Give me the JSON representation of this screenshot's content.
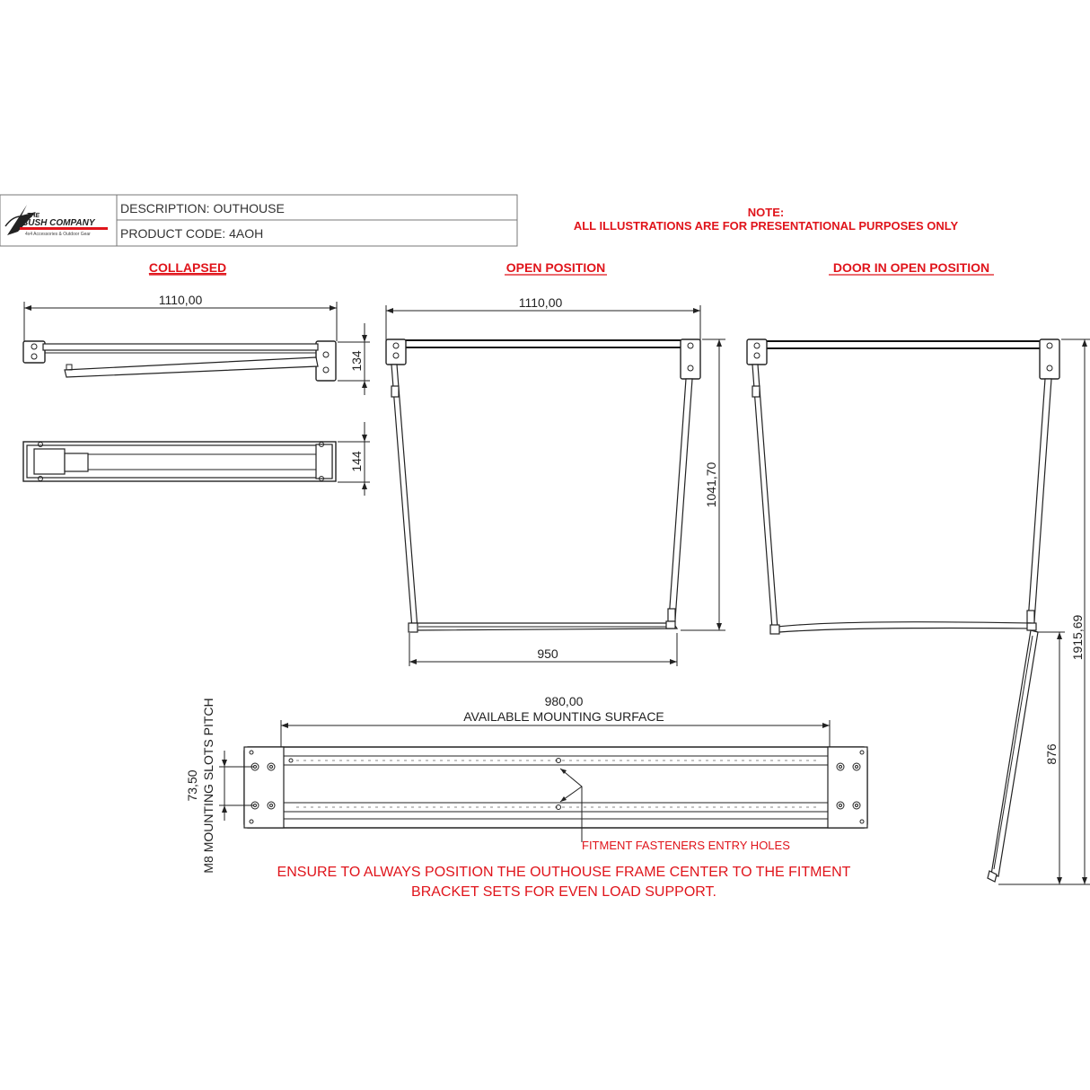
{
  "title_block": {
    "logo_text_top": "THE",
    "logo_text_main": "BUSH COMPANY",
    "logo_tagline": "4x4 Accessories & Outdoor Gear",
    "description": "DESCRIPTION: OUTHOUSE",
    "product_code": "PRODUCT CODE: 4AOH"
  },
  "note": {
    "heading": "NOTE:",
    "text": "ALL ILLUSTRATIONS ARE FOR PRESENTATIONAL PURPOSES ONLY"
  },
  "views": {
    "collapsed": "COLLAPSED",
    "open_position": "OPEN POSITION",
    "door_open": "DOOR IN OPEN POSITION"
  },
  "dimensions": {
    "collapsed_width": "1110,00",
    "collapsed_height": "134",
    "collapsed_depth": "144",
    "open_width": "1110,00",
    "open_height": "1041,70",
    "open_bottom": "950",
    "door_total_height": "1915,69",
    "door_height": "876",
    "mount_surface": "980,00",
    "mount_surface_label": "AVAILABLE MOUNTING SURFACE",
    "slot_pitch": "73,50",
    "slot_pitch_label": "M8 MOUNTING SLOTS PITCH"
  },
  "annotations": {
    "fasteners": "FITMENT FASTENERS ENTRY HOLES",
    "ensure_line1": "ENSURE TO ALWAYS POSITION THE OUTHOUSE FRAME CENTER TO THE FITMENT",
    "ensure_line2": "BRACKET SETS FOR EVEN LOAD SUPPORT."
  },
  "colors": {
    "accent_red": "#e0141b",
    "line": "#222222"
  }
}
